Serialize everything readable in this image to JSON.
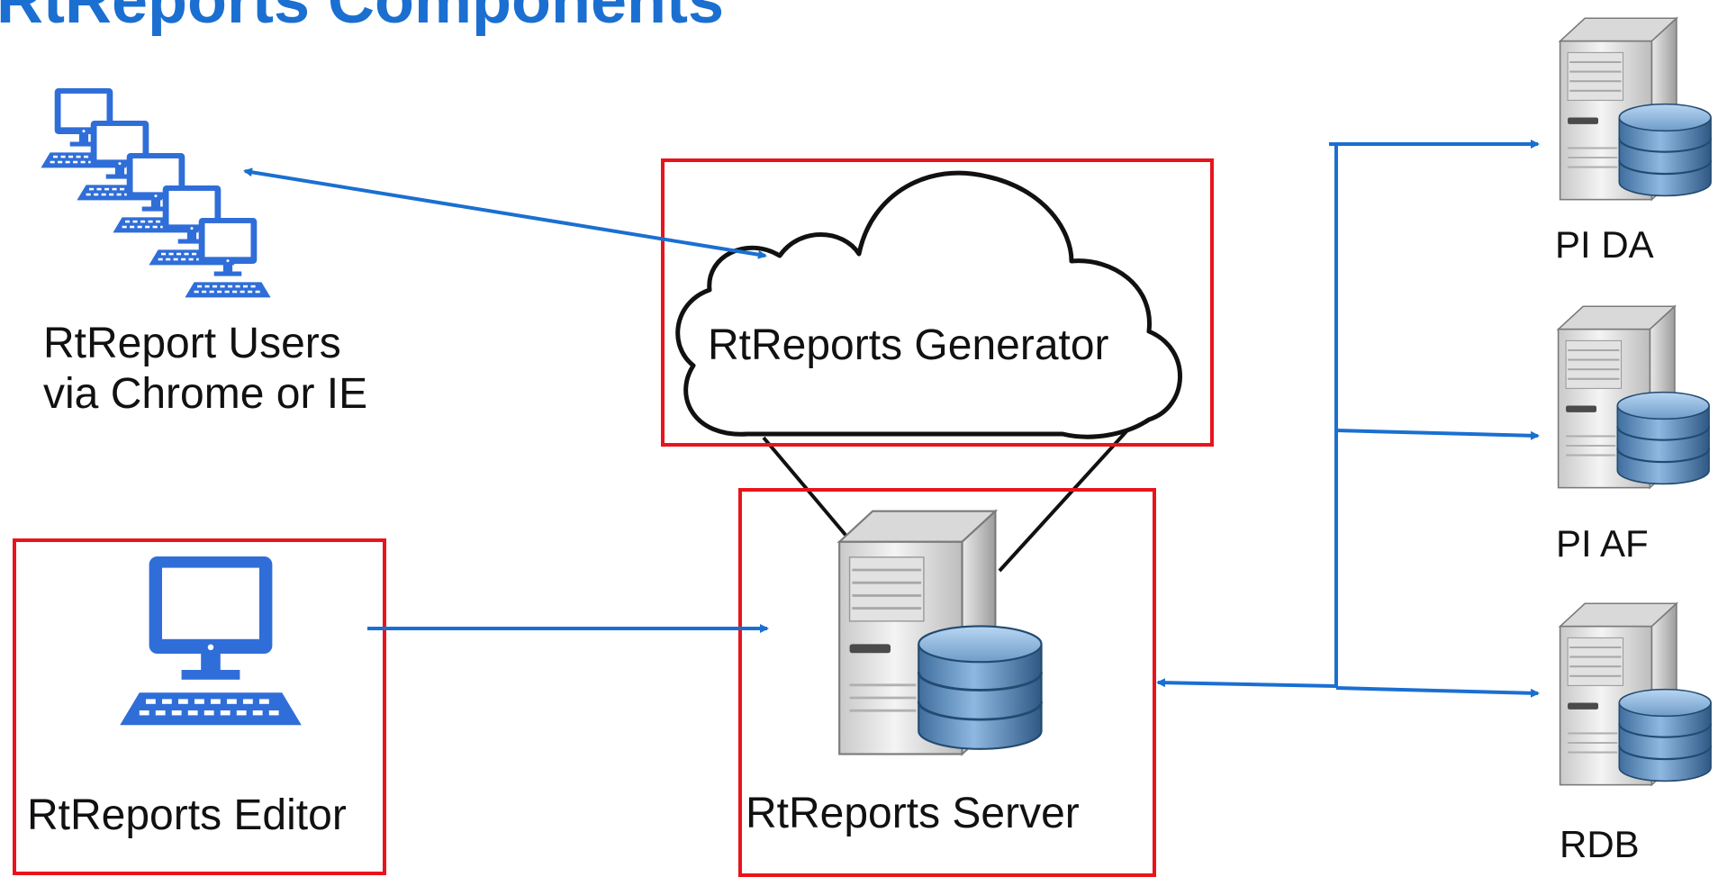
{
  "title": "RtReports Components",
  "nodes": {
    "users": {
      "line1": "RtReport Users",
      "line2": "via Chrome or IE"
    },
    "generator": {
      "label": "RtReports Generator"
    },
    "editor": {
      "label": "RtReports Editor"
    },
    "server": {
      "label": "RtReports Server"
    },
    "pida": {
      "label": "PI DA"
    },
    "piaf": {
      "label": "PI AF"
    },
    "rdb": {
      "label": "RDB"
    }
  },
  "colors": {
    "title": "#1a6fd1",
    "arrow": "#1a6fd1",
    "highlight_box": "#e8141c",
    "computer_icon": "#2f6ed8"
  },
  "icons": {
    "users": "computer-stack-icon",
    "editor": "desktop-computer-icon",
    "server": "database-server-icon",
    "generator": "cloud-icon"
  }
}
